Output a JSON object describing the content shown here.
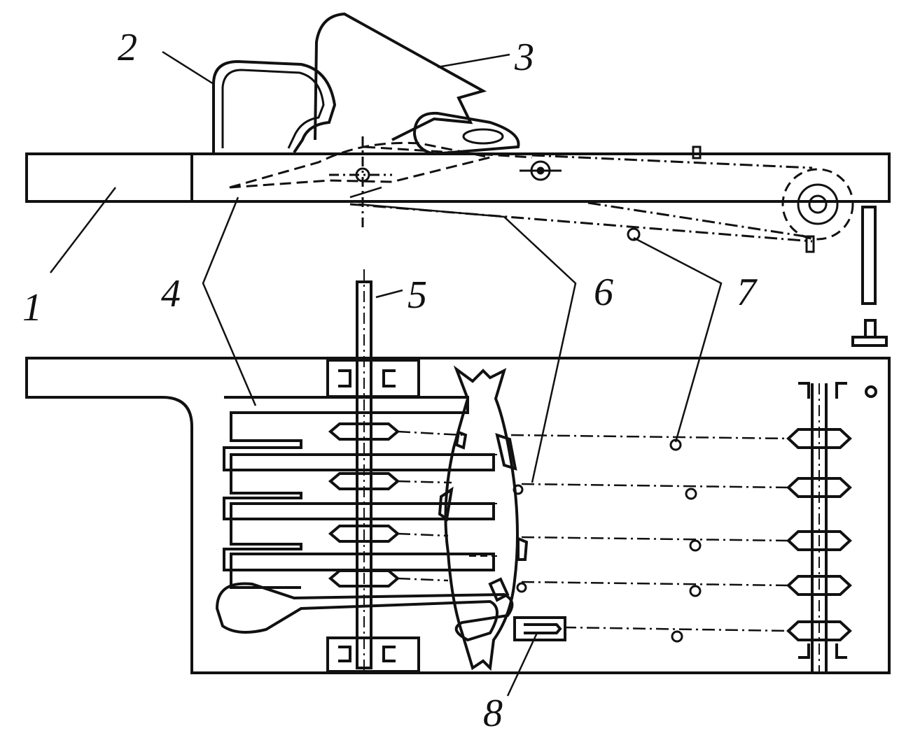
{
  "figure": {
    "callouts": [
      {
        "id": "1",
        "text": "1"
      },
      {
        "id": "2",
        "text": "2"
      },
      {
        "id": "3",
        "text": "3"
      },
      {
        "id": "4",
        "text": "4"
      },
      {
        "id": "5",
        "text": "5"
      },
      {
        "id": "6",
        "text": "6"
      },
      {
        "id": "7",
        "text": "7"
      },
      {
        "id": "8",
        "text": "8"
      }
    ],
    "colors": {
      "ink": "#111111",
      "background": "#ffffff"
    }
  }
}
